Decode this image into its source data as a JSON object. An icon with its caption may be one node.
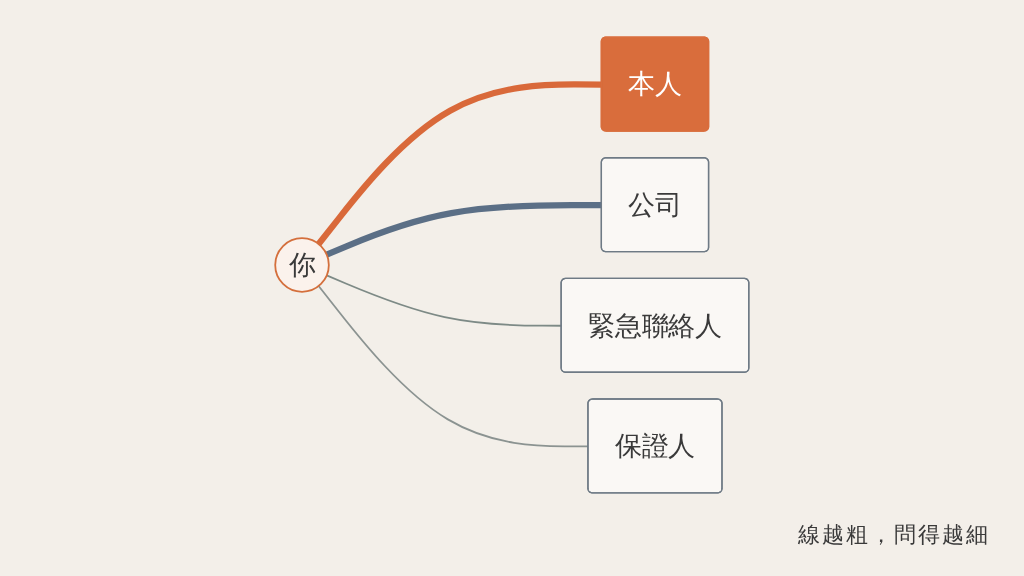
{
  "diagram": {
    "nodes": [
      {
        "text": [
          "你"
        ]
      },
      {
        "text": [
          "本人"
        ]
      },
      {
        "text": [
          "公司"
        ]
      },
      {
        "text": [
          "緊急聯絡人"
        ]
      },
      {
        "text": [
          "保證人"
        ]
      }
    ],
    "edges": [
      {
        "from": 0,
        "to": 1,
        "arrow": "none",
        "style": "thick",
        "color": "#d9693a"
      },
      {
        "from": 0,
        "to": 2,
        "arrow": "none",
        "style": "thick",
        "color": "#5b6f86"
      },
      {
        "from": 0,
        "to": 3,
        "arrow": "none",
        "color": "#7d8a86"
      },
      {
        "from": 0,
        "to": 4,
        "arrow": "none",
        "color": "#8b9391"
      }
    ],
    "labels": [
      "線越粗，問得越細"
    ]
  }
}
